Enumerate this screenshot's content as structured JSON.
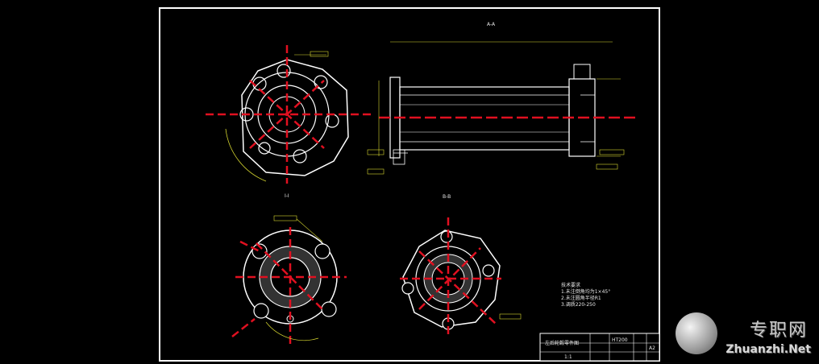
{
  "sheet": {
    "section_labels": {
      "top": "A-A",
      "left": "I-I",
      "right": "B-B"
    },
    "notes": {
      "heading": "技术要求",
      "lines": [
        "1.未注倒角均为1×45°",
        "2.未注圆角半径R1",
        "3.调质220-250"
      ]
    },
    "title_block": {
      "part_name": "左后轮毂零件图",
      "scale": "1:1",
      "material": "HT200",
      "sheet_size": "A2"
    }
  },
  "watermark": {
    "cn": "专职网",
    "en": "Zhuanzhi.Net"
  },
  "colors": {
    "background": "#000000",
    "border": "#ffffff",
    "center_line": "#e01020",
    "dimension": "#d8d830",
    "outline": "#ffffff"
  }
}
